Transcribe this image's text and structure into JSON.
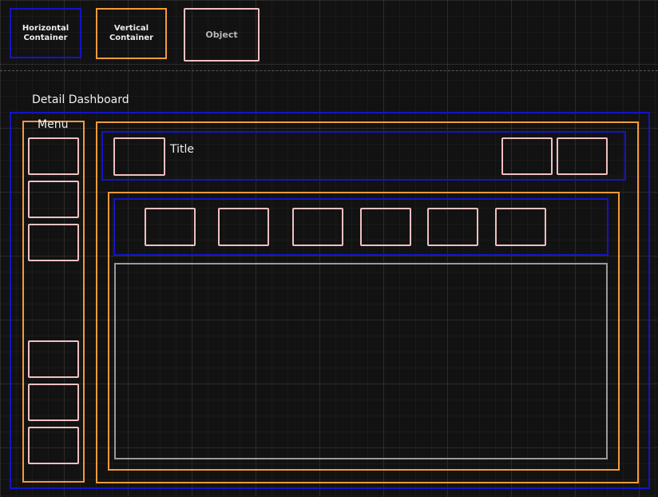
{
  "legend": {
    "horizontal_container": "Horizontal Container",
    "vertical_container": "Vertical Container",
    "object": "Object"
  },
  "section_title": "Detail Dashboard",
  "menu": {
    "title": "Menu",
    "top_item_count": 3,
    "bottom_item_count": 3
  },
  "header": {
    "title": "Title",
    "action_item_count": 2
  },
  "toolbar": {
    "item_count": 6
  },
  "colors": {
    "horizontal_container": "#1414c8",
    "vertical_container": "#f59a3a",
    "object": "#f0c0c0",
    "content_area": "#9a9a9a",
    "background": "#121212"
  }
}
